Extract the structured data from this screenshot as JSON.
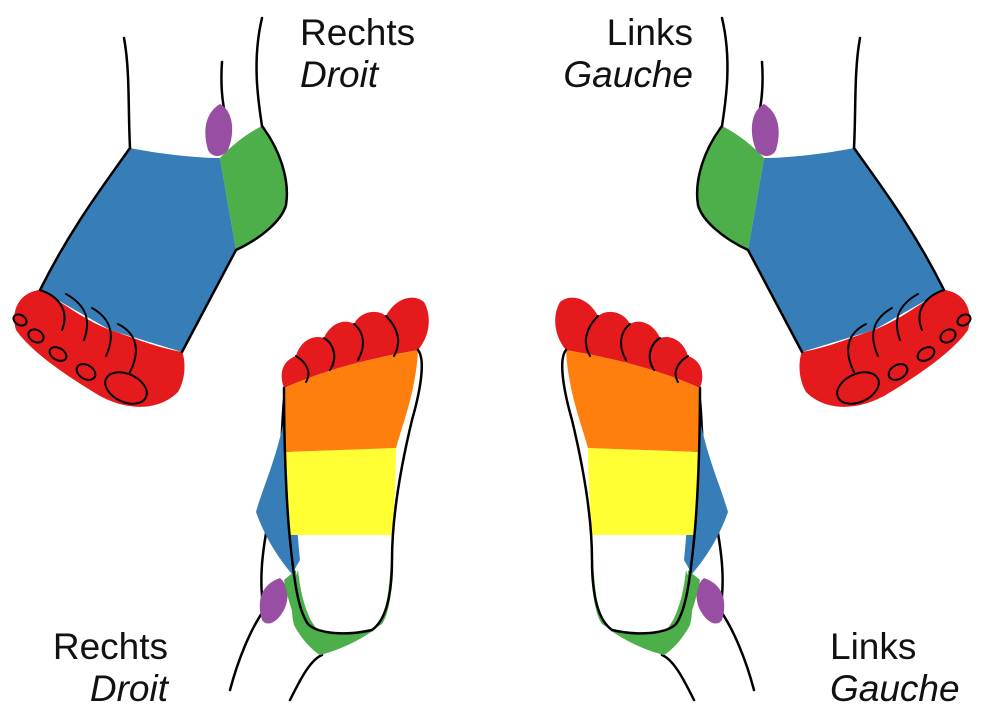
{
  "labels": {
    "top_right_foot": {
      "line1": "Rechts",
      "line2": "Droit"
    },
    "top_left_foot": {
      "line1": "Links",
      "line2": "Gauche"
    },
    "bottom_right_foot": {
      "line1": "Rechts",
      "line2": "Droit"
    },
    "bottom_left_foot": {
      "line1": "Links",
      "line2": "Gauche"
    }
  },
  "zone_colors": {
    "toes": "#e41a1c",
    "forefoot": "#ff7f0e",
    "midfoot": "#ffff33",
    "heel": "#4daf4a",
    "dorsum": "#377eb8",
    "ankle": "#984ea3",
    "outline": "#000000"
  }
}
